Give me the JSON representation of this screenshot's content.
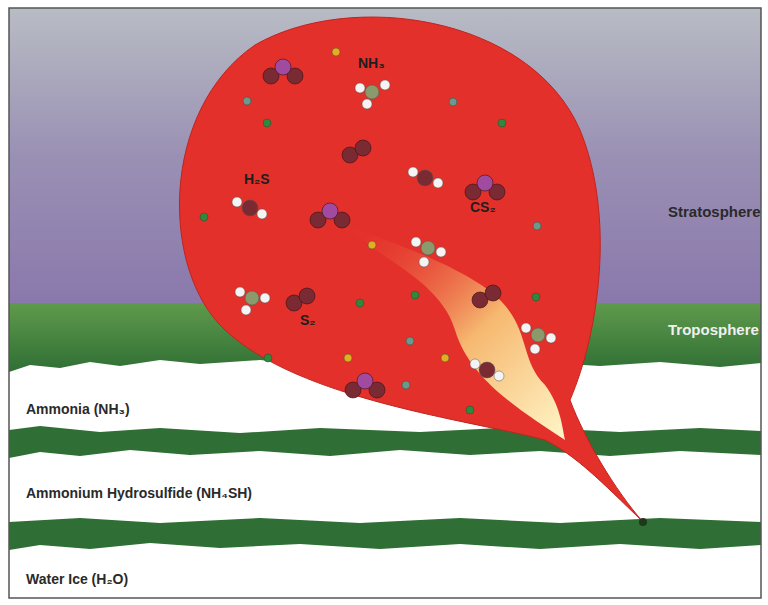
{
  "diagram": {
    "labels": [
      "NH₃",
      "H₂S",
      "CS₂",
      "S₂",
      "Stratosphere",
      "Troposphere",
      "Ammonia (NH₃)",
      "Ammonium Hydrosulfide (NH₄SH)",
      "Water Ice (H₂O)"
    ]
  }
}
